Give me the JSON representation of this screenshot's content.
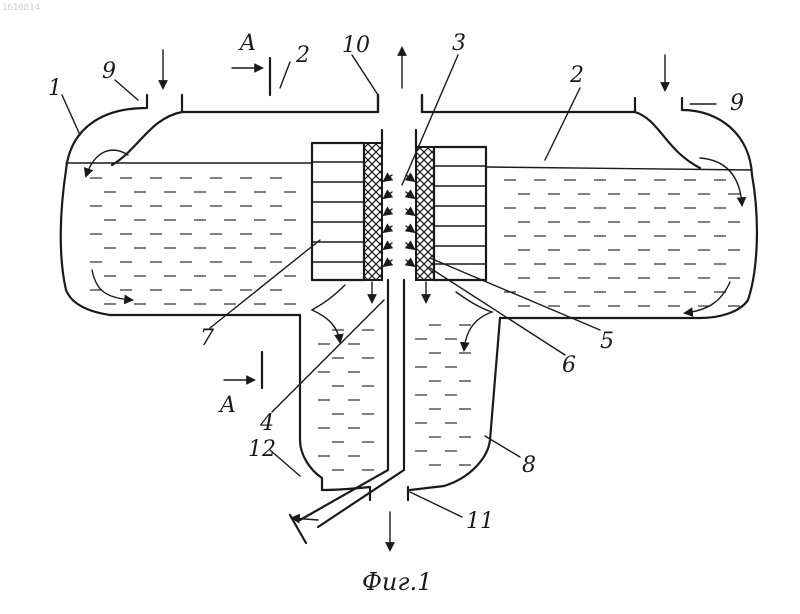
{
  "corner_mark": "1610814",
  "caption": "Фиг.1",
  "section_marks": {
    "top": "A",
    "bottom": "A"
  },
  "labels": {
    "l1": "1",
    "l2a": "2",
    "l2b": "2",
    "l3": "3",
    "l4": "4",
    "l5": "5",
    "l6": "6",
    "l7": "7",
    "l8": "8",
    "l9a": "9",
    "l9b": "9",
    "l10": "10",
    "l11": "11",
    "l12": "12"
  }
}
